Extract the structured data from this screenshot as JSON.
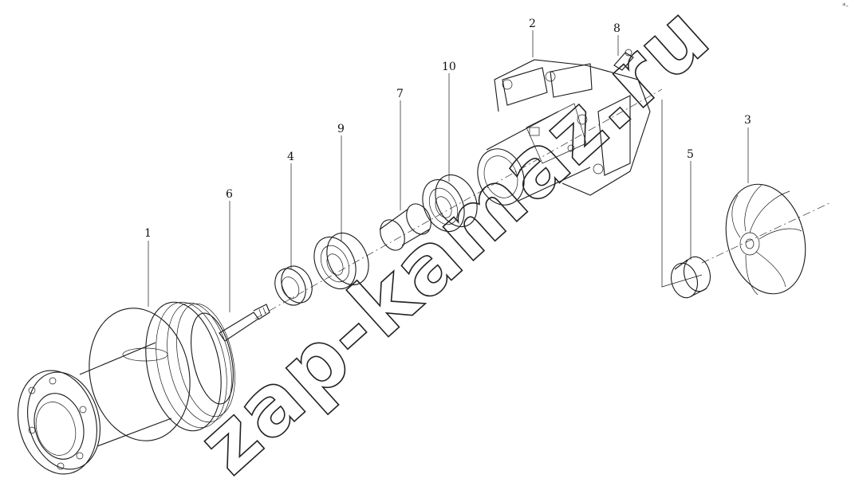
{
  "watermark": "zap-kamaz.ru",
  "corner_mark": "*-",
  "parts": [
    {
      "id": "part-1",
      "label": "1"
    },
    {
      "id": "part-2",
      "label": "2"
    },
    {
      "id": "part-3",
      "label": "3"
    },
    {
      "id": "part-4",
      "label": "4"
    },
    {
      "id": "part-5",
      "label": "5"
    },
    {
      "id": "part-6",
      "label": "6"
    },
    {
      "id": "part-7",
      "label": "7"
    },
    {
      "id": "part-8",
      "label": "8"
    },
    {
      "id": "part-9",
      "label": "9"
    },
    {
      "id": "part-10",
      "label": "10"
    }
  ]
}
